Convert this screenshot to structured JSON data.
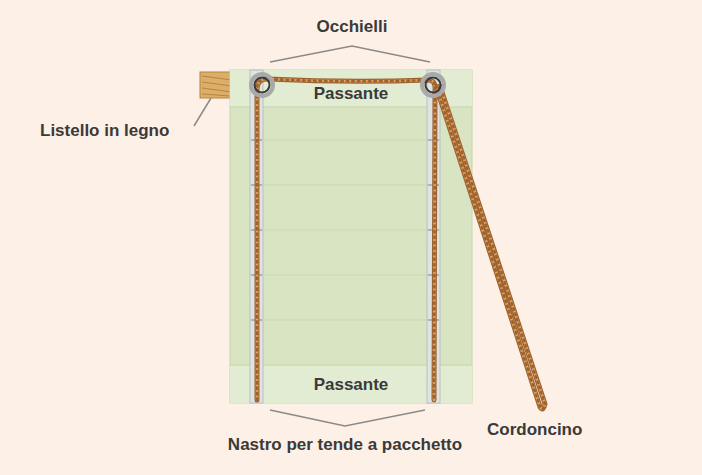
{
  "diagram": {
    "nodes": [
      {
        "text": [
          "Passante"
        ]
      },
      {
        "text": [
          "Passante"
        ]
      }
    ],
    "labels": [
      "Occhielli",
      "Listello in legno",
      "Nastro per tende a pacchetto",
      "Cordoncino"
    ]
  }
}
